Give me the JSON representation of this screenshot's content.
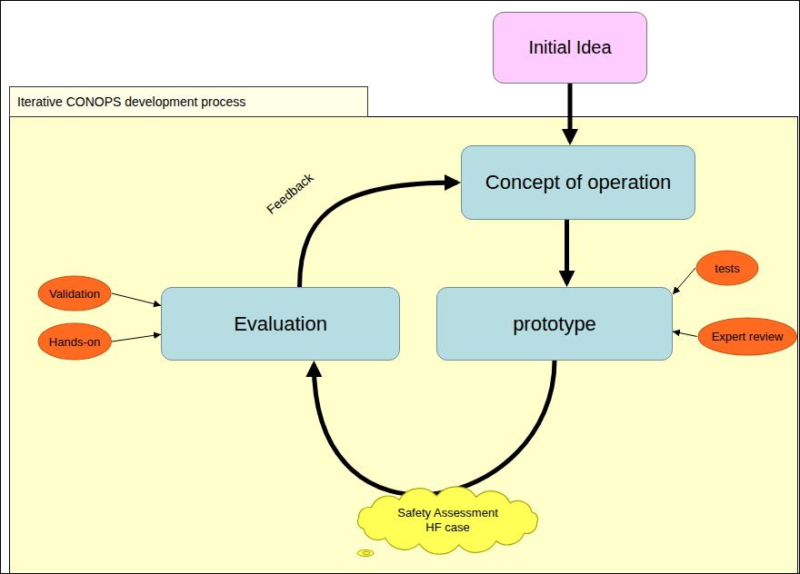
{
  "diagram": {
    "nodes": [
      {
        "text": [
          "Initial Idea"
        ]
      },
      {
        "text": [
          "Iterative CONOPS development process"
        ]
      },
      {
        "text": [
          "Concept of operation"
        ],
        "in": 1
      },
      {
        "text": [
          "Validation"
        ],
        "in": 1
      },
      {
        "text": [
          "Hands-on"
        ],
        "in": 1
      },
      {
        "text": [
          "Evaluation"
        ],
        "in": 1
      },
      {
        "text": [
          "prototype"
        ],
        "in": 1
      },
      {
        "text": [
          "tests"
        ],
        "in": 1
      },
      {
        "text": [
          "Expert review"
        ],
        "in": 1
      },
      {
        "text": [
          "Safety Assessment HF case"
        ],
        "in": 1
      }
    ],
    "edges": [
      {
        "from": 0,
        "to": 2,
        "arrow": "to"
      },
      {
        "from": 2,
        "to": 6,
        "arrow": "to"
      },
      {
        "from": 6,
        "to": 5,
        "arrow": "to"
      },
      {
        "from": 5,
        "to": 2,
        "arrow": "to",
        "label": "Feedback"
      },
      {
        "from": 3,
        "to": 5,
        "arrow": "to"
      },
      {
        "from": 4,
        "to": 5,
        "arrow": "to"
      },
      {
        "from": 7,
        "to": 6,
        "arrow": "to"
      },
      {
        "from": 8,
        "to": 6,
        "arrow": "to"
      }
    ]
  }
}
